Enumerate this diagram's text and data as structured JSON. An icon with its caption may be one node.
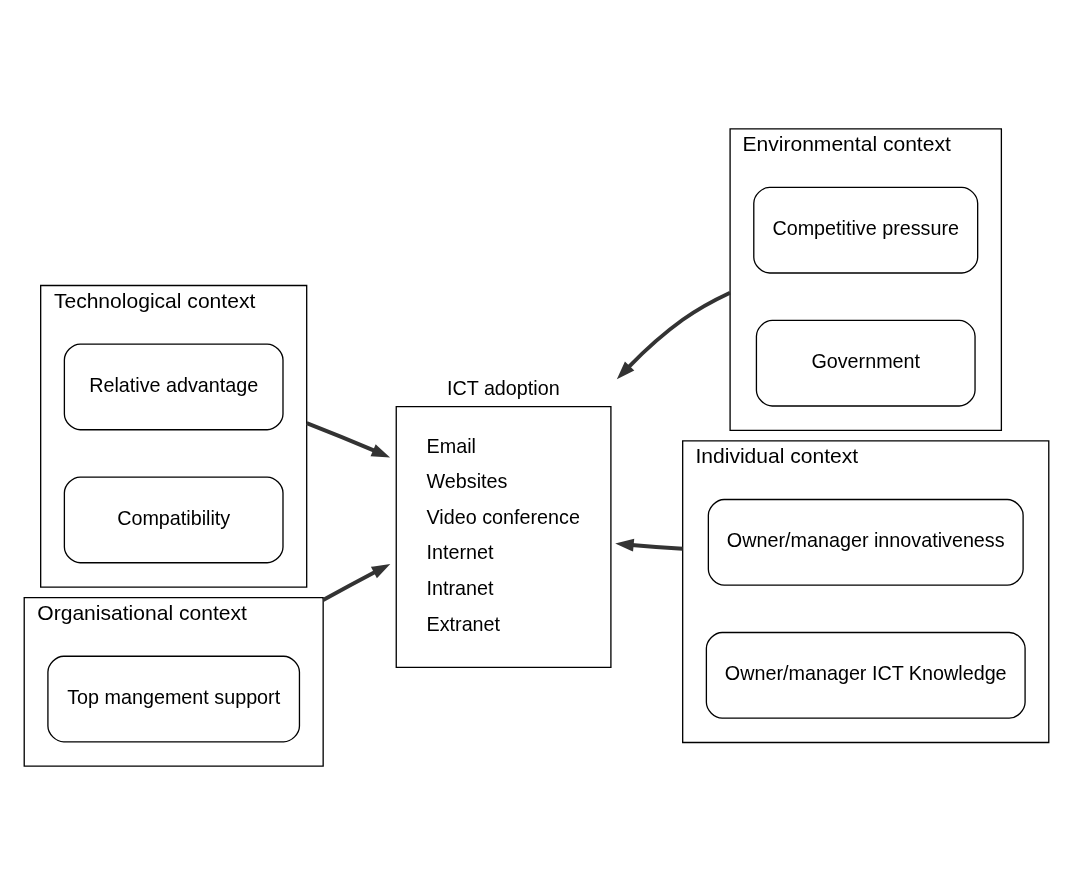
{
  "diagram": {
    "nodes": [
      {
        "text": [
          "Technological context"
        ]
      },
      {
        "text": [
          "Relative advantage"
        ],
        "in": 0
      },
      {
        "text": [
          "Compatibility"
        ],
        "in": 0
      },
      {
        "text": [
          "ICT adoption",
          "Email",
          "Websites",
          "Video conference",
          "Internet",
          "Intranet",
          "Extranet"
        ]
      },
      {
        "text": [
          "Environmental context"
        ]
      },
      {
        "text": [
          "Competitive pressure"
        ],
        "in": 4
      },
      {
        "text": [
          "Government"
        ],
        "in": 4
      },
      {
        "text": [
          "Organisational context"
        ]
      },
      {
        "text": [
          "Top mangement support"
        ],
        "in": 7
      },
      {
        "text": [
          "Individual context"
        ]
      },
      {
        "text": [
          "Owner/manager innovativeness"
        ],
        "in": 9
      },
      {
        "text": [
          "Owner/manager ICT Knowledge"
        ],
        "in": 9
      }
    ],
    "edges": [
      {
        "from": 0,
        "to": 3,
        "arrow": "to"
      },
      {
        "from": 4,
        "to": 3,
        "arrow": "to"
      },
      {
        "from": 7,
        "to": 3,
        "arrow": "to"
      },
      {
        "from": 9,
        "to": 3,
        "arrow": "to"
      }
    ]
  }
}
